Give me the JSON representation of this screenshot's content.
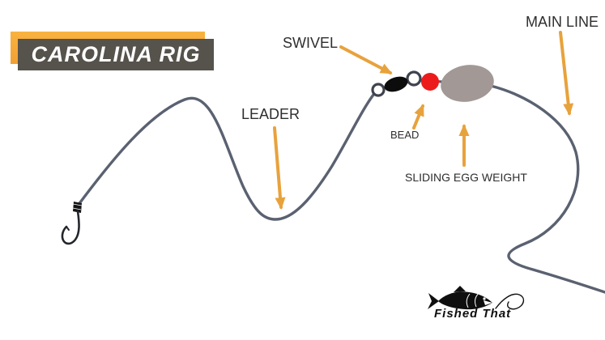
{
  "title": {
    "text": "CAROLINA RIG"
  },
  "labels": {
    "swivel": {
      "text": "SWIVEL"
    },
    "main_line": {
      "text": "MAIN LINE"
    },
    "leader": {
      "text": "LEADER"
    },
    "bead": {
      "text": "BEAD"
    },
    "egg_weight": {
      "text": "SLIDING EGG WEIGHT"
    }
  },
  "logo": {
    "brand": "Fished That"
  },
  "colors": {
    "arrow": "#e8a23c",
    "fishing_line": "#5a6170",
    "bead": "#ec1c1c",
    "egg_weight": "#a29896",
    "banner_background": "#56524c",
    "banner_accent": "#f5a53b",
    "label_text": "#2e2e2e",
    "background": "#ffffff"
  }
}
